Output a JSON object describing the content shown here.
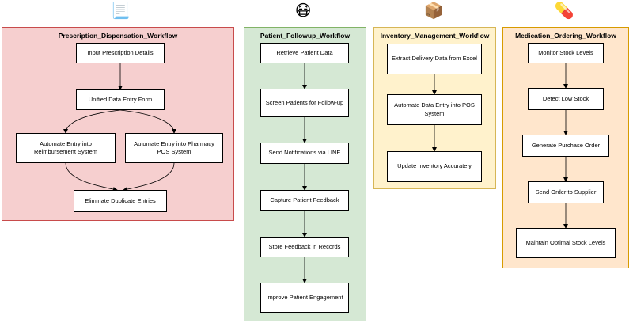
{
  "workflows": [
    {
      "title": "Prescription_Dispensation_Workflow",
      "icon": "scroll-icon",
      "icon_glyph": "📃",
      "fill": "#f6cfcf",
      "stroke": "#c84b4b",
      "nodes": [
        "Input Prescription Details",
        "Unified Data Entry Form",
        "Automate Entry into Reimbursement System",
        "Automate Entry into Pharmacy POS System",
        "Eliminate Duplicate Entries"
      ]
    },
    {
      "title": "Patient_Followup_Workflow",
      "icon": "masked-face-icon",
      "icon_glyph": "😷",
      "fill": "#d5e8d4",
      "stroke": "#82b366",
      "nodes": [
        "Retrieve Patient Data",
        "Screen Patients for Follow-up",
        "Send Notifications via LINE",
        "Capture Patient Feedback",
        "Store Feedback in Records",
        "Improve Patient Engagement"
      ]
    },
    {
      "title": "Inventory_Management_Workflow",
      "icon": "package-icon",
      "icon_glyph": "📦",
      "fill": "#fff2cc",
      "stroke": "#d6b656",
      "nodes": [
        "Extract Delivery Data from Excel",
        "Automate Data Entry into POS System",
        "Update Inventory Accurately"
      ]
    },
    {
      "title": "Medication_Ordering_Workflow",
      "icon": "pill-icon",
      "icon_glyph": "💊",
      "fill": "#ffe6cc",
      "stroke": "#d79b00",
      "nodes": [
        "Monitor Stock Levels",
        "Detect Low Stock",
        "Generate Purchase Order",
        "Send Order to Supplier",
        "Maintain Optimal Stock Levels"
      ]
    }
  ]
}
